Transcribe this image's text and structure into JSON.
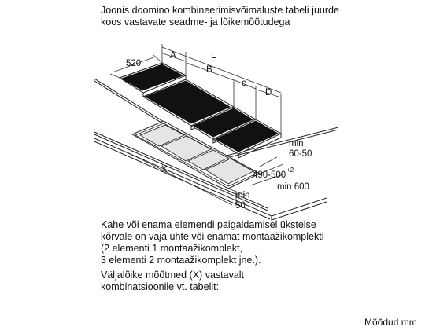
{
  "title": "Joonis doomino kombineerimisvõimaluste tabeli juurde\nkoos vastavate seadme- ja lõikemõõtudega",
  "paragraph1": "Kahe või enama elemendi paigaldamisel üksteise\nkõrvale on vaja ühte või enamat montaažikomplekti\n(2 elementi 1 montaažikomplekt,\n3 elementi 2 montaažikomplekt jne.).",
  "paragraph2": "Väljalõike mõõtmed (X) vastavalt\nkombinatsioonile vt. tabelit:",
  "units_note": "Mõõdud mm",
  "labels": {
    "depth": "520",
    "A": "A",
    "L": "L",
    "B": "B",
    "c": "c",
    "D": "D",
    "min_side": "min\n60-50",
    "cut_depth": "490-500",
    "cut_depth_tol": "+2",
    "X": "X",
    "min_depth": "min 600",
    "min_gap": "min\n50"
  }
}
